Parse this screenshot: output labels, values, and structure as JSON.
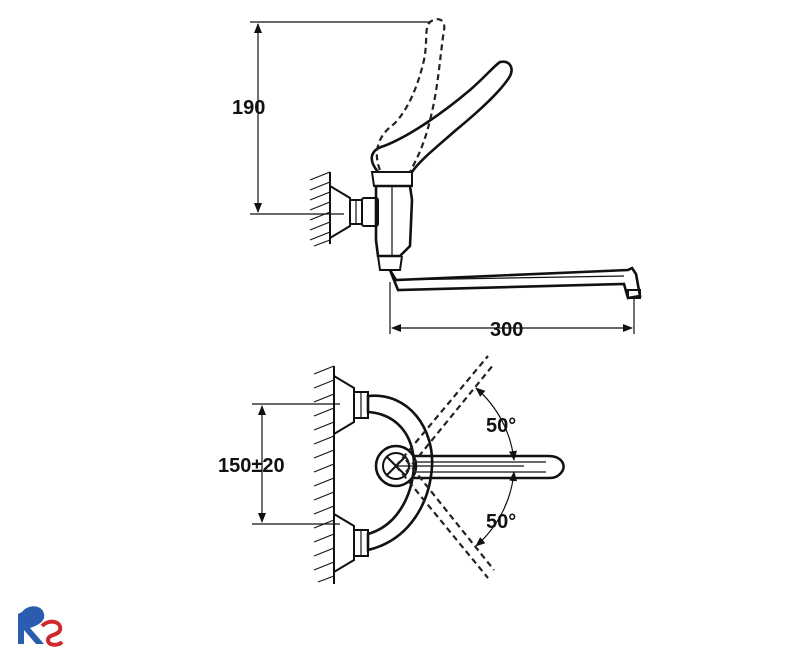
{
  "dimensions": {
    "height_label": "190",
    "reach_label": "300",
    "spacing_label": "150±20",
    "angle_upper_label": "50°",
    "angle_lower_label": "50°"
  },
  "colors": {
    "line": "#111111",
    "logo_blue": "#2a5db0",
    "logo_red": "#d0282c"
  }
}
